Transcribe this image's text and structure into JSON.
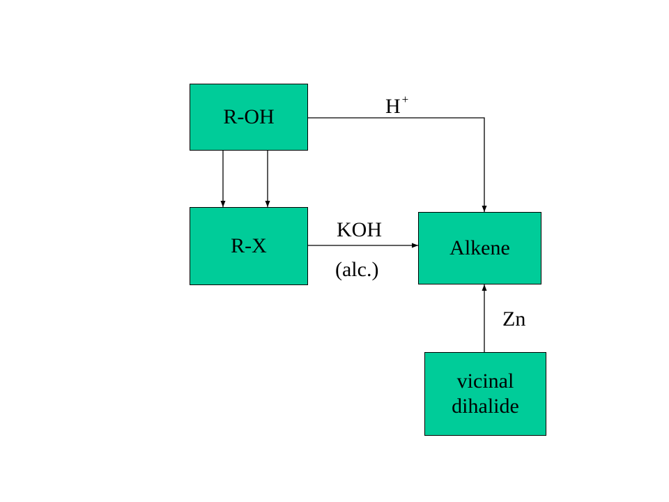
{
  "colors": {
    "node_fill": "#00cc99",
    "line": "#000000",
    "background": "#ffffff"
  },
  "nodes": {
    "roh": "R-OH",
    "rx": "R-X",
    "alkene": "Alkene",
    "vicinal_line1": "vicinal",
    "vicinal_line2": "dihalide"
  },
  "edge_labels": {
    "h_base": "H",
    "h_superscript": "+",
    "koh": "KOH",
    "alc": "(alc.)",
    "zn": "Zn"
  },
  "edges": [
    {
      "from": "R-OH",
      "to": "R-X"
    },
    {
      "from": "R-OH",
      "to": "R-X"
    },
    {
      "from": "R-OH",
      "to": "Alkene",
      "label": "H+"
    },
    {
      "from": "R-X",
      "to": "Alkene",
      "label": "KOH (alc.)"
    },
    {
      "from": "vicinal dihalide",
      "to": "Alkene",
      "label": "Zn"
    }
  ]
}
